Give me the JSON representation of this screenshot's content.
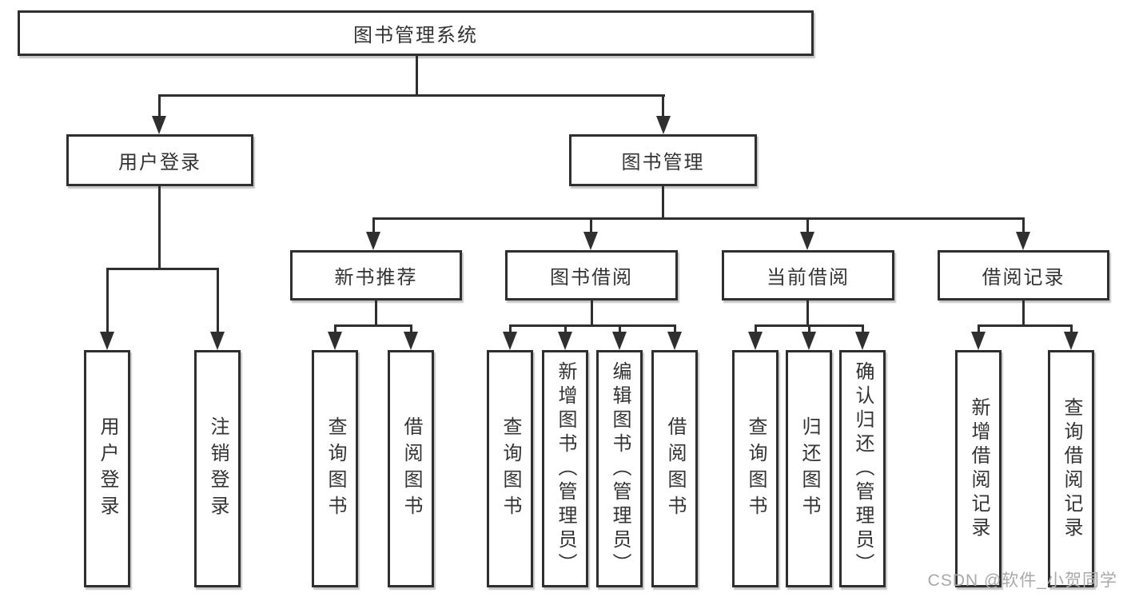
{
  "tree": {
    "root": "图书管理系统",
    "children": [
      {
        "label": "用户登录",
        "children": [
          {
            "label": "用户登录"
          },
          {
            "label": "注销登录"
          }
        ]
      },
      {
        "label": "图书管理",
        "children": [
          {
            "label": "新书推荐",
            "children": [
              {
                "label": "查询图书"
              },
              {
                "label": "借阅图书"
              }
            ]
          },
          {
            "label": "图书借阅",
            "children": [
              {
                "label": "查询图书"
              },
              {
                "label": "新增图书（管理员）"
              },
              {
                "label": "编辑图书（管理员）"
              },
              {
                "label": "借阅图书"
              }
            ]
          },
          {
            "label": "当前借阅",
            "children": [
              {
                "label": "查询图书"
              },
              {
                "label": "归还图书"
              },
              {
                "label": "确认归还（管理员）"
              }
            ]
          },
          {
            "label": "借阅记录",
            "children": [
              {
                "label": "新增借阅记录"
              },
              {
                "label": "查询借阅记录"
              }
            ]
          }
        ]
      }
    ]
  },
  "watermark": "CSDN @软件_小贺同学",
  "colors": {
    "line": "#2f2f2f",
    "text": "#333333",
    "watermark": "#a9a9a9",
    "background": "#ffffff"
  }
}
